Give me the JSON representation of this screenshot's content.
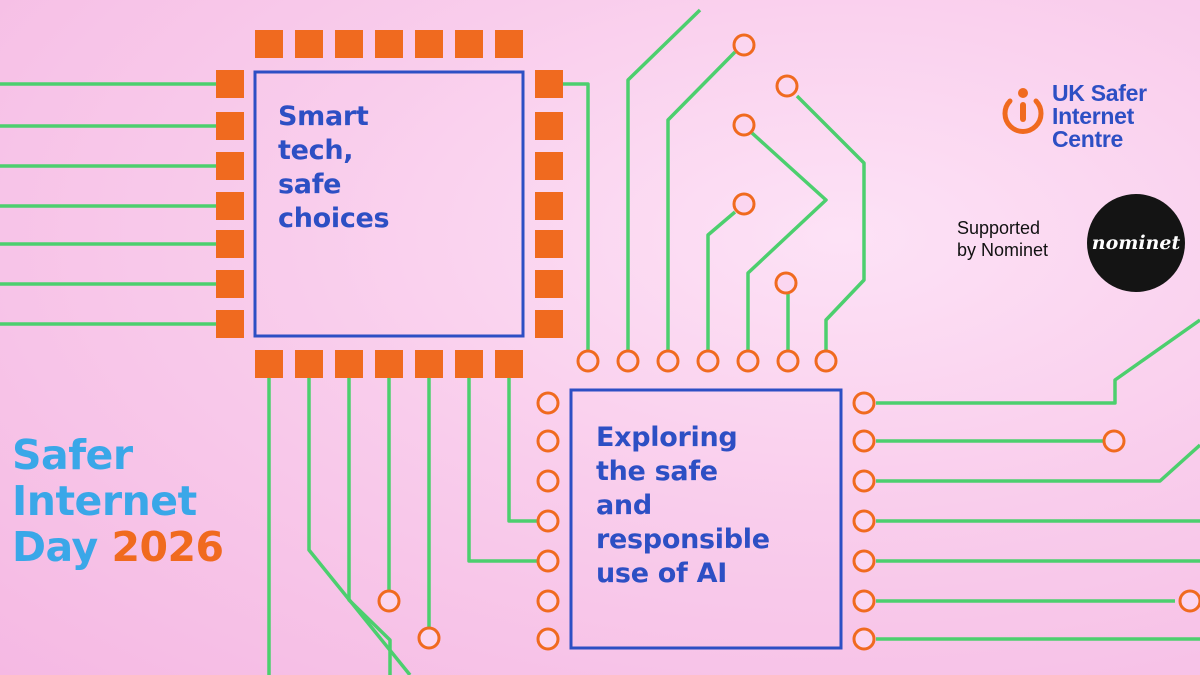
{
  "colors": {
    "trace": "#4ccf6e",
    "pad": "#f06a1f",
    "chip_border": "#2d4fc4",
    "chip_text": "#2d4fc4",
    "title_blue": "#3aa7e8",
    "title_orange": "#f06a1f",
    "logo_blue": "#2d4fc4",
    "logo_orange": "#f06a1f",
    "nominet_bg": "#141414"
  },
  "chip_top_left": {
    "lines": [
      "Smart",
      "tech,",
      "safe",
      "choices"
    ]
  },
  "chip_bottom_right": {
    "lines": [
      "Exploring",
      "the safe",
      "and",
      "responsible",
      "use of AI"
    ]
  },
  "event_title": {
    "line1": "Safer",
    "line2": "Internet",
    "line3_word": "Day",
    "line3_year": "2026"
  },
  "uksic_logo": {
    "icon": "power-person-icon",
    "line1": "UK Safer",
    "line2": "Internet",
    "line3": "Centre"
  },
  "sponsor": {
    "line1": "Supported",
    "line2": "by Nominet",
    "logo_text": "nominet"
  }
}
